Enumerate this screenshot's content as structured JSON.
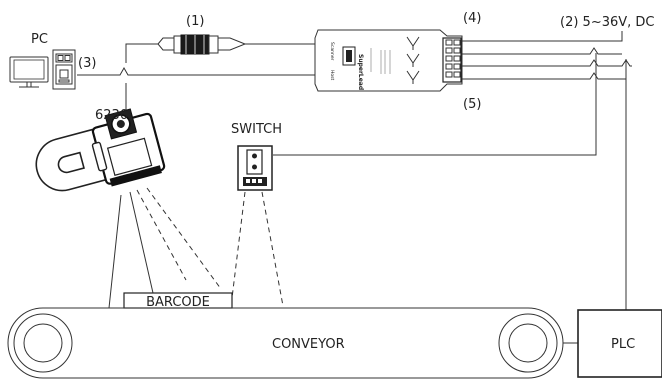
{
  "labels": {
    "pc": "PC",
    "port3": "(3)",
    "cable1": "(1)",
    "power": "(2) 5~36V, DC",
    "port4": "(4)",
    "port5": "(5)",
    "scanner_model": "6230",
    "switch": "SWITCH",
    "barcode": "BARCODE",
    "conveyor": "CONVEYOR",
    "plc": "PLC"
  },
  "adapter": {
    "brand": "SuperLead",
    "port_scanner": "Scanner",
    "port_host": "Host"
  },
  "colors": {
    "stroke": "#333333",
    "background": "#ffffff"
  }
}
